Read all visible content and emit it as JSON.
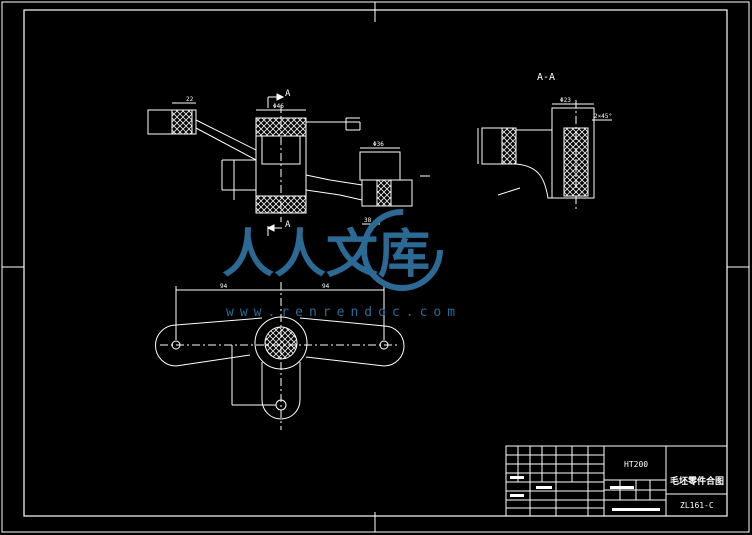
{
  "drawing": {
    "section_view_title": "A-A",
    "section_mark_top": "A",
    "section_mark_bottom": "A",
    "material": "HT200",
    "part_title": "毛坯零件合图",
    "drawing_number": "ZL161-C",
    "dims": {
      "top_left_width": "22",
      "boss_dia": "Φ46",
      "hub_dia": "Φ36",
      "bottom_len": "38",
      "section_dia": "Φ23",
      "chamfer": "2×45°",
      "arm_left": "94",
      "arm_right": "94"
    }
  },
  "watermark": {
    "text_cn": "人人文库",
    "url": "www.renrendoc.com"
  },
  "colors": {
    "background": "#000000",
    "lines": "#ffffff",
    "hatch": "#e8e8e8",
    "watermark": "#2c6a96"
  }
}
